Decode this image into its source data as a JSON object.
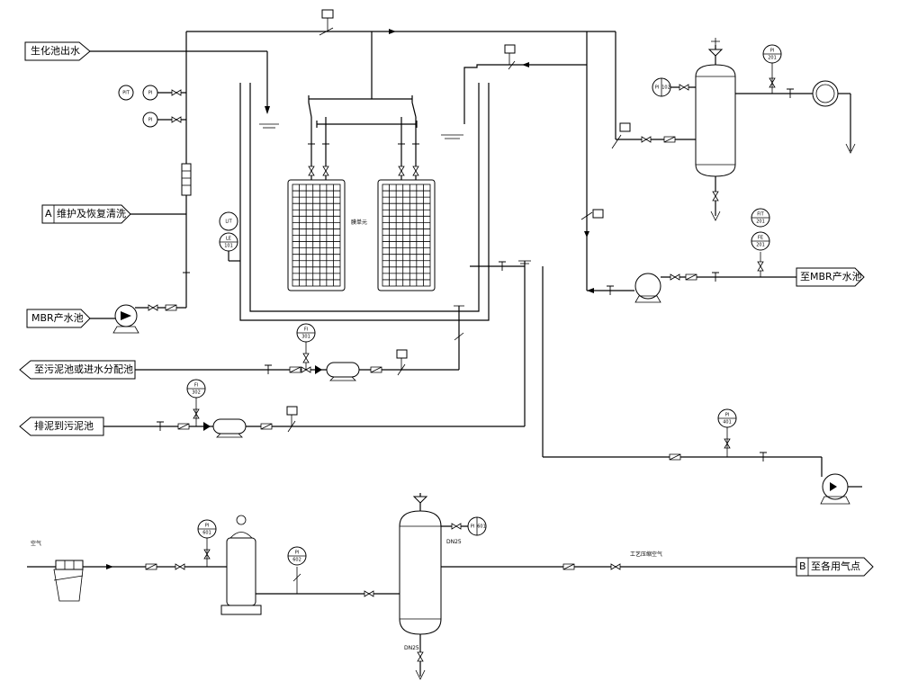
{
  "arrows": {
    "bio_effluent": "生化池出水",
    "maint_letter": "A",
    "maint_clean": "维护及恢复清洗",
    "mbr_in": "MBR产水池",
    "to_mbr_out": "至MBR产水池",
    "to_sludge_dist": "至污泥池或进水分配池",
    "sludge_discharge": "排泥到污泥池",
    "b_letter": "B",
    "to_air_points": "至各用气点"
  },
  "labels": {
    "membrane_unit": "膜单元",
    "air": "空气",
    "process_air": "工艺压缩空气",
    "dn25_a": "DN25",
    "dn25_b": "DN25"
  },
  "instruments": {
    "pit_a": "PIT",
    "pi_a": "PI",
    "pi_b": "PI",
    "lit": "LIT",
    "le": "LE",
    "le_num": "101",
    "fi301": "FI",
    "fi301_num": "301",
    "fi302": "FI",
    "fi302_num": "302",
    "fit201": "FIT",
    "fit201_num": "201",
    "fe201": "FE",
    "fe201_num": "201",
    "pi201": "PI",
    "pi201_num": "201",
    "pi102": "PI",
    "pi102_num": "102",
    "pi401": "PI",
    "pi401_num": "401",
    "pi601": "PI",
    "pi601_num": "601",
    "pi602": "PI",
    "pi602_num": "602",
    "pi_tank2": "PI",
    "pi_tank2_num": "601"
  }
}
